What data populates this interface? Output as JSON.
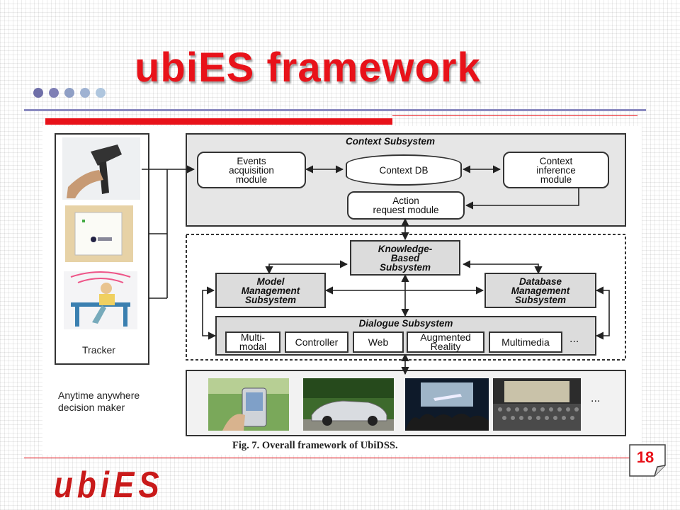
{
  "slide": {
    "title": "ubiES framework",
    "page_number": "18",
    "logo_text": "ubiES",
    "colors": {
      "title": "#e8121a",
      "rule": "#8a8ac0",
      "logo": "#c91a1a"
    }
  },
  "figure": {
    "caption": "Fig. 7. Overall framework of UbiDSS.",
    "tracker_label": "Tracker",
    "context_subsystem": {
      "title": "Context Subsystem",
      "events_module": [
        "Events",
        "acquisition",
        "module"
      ],
      "context_db": "Context DB",
      "inference_module": [
        "Context",
        "inference",
        "module"
      ],
      "action_module": [
        "Action",
        "request module"
      ]
    },
    "kbs": [
      "Knowledge-",
      "Based",
      "Subsystem"
    ],
    "model_mgmt": [
      "Model",
      "Management",
      "Subsystem"
    ],
    "db_mgmt": [
      "Database",
      "Management",
      "Subsystem"
    ],
    "dialogue": {
      "title": "Dialogue Subsystem",
      "items": [
        [
          "Multi-",
          "modal"
        ],
        [
          "Controller"
        ],
        [
          "Web"
        ],
        [
          "Augmented",
          "Reality"
        ],
        [
          "Multimedia"
        ]
      ],
      "more": "..."
    },
    "decision_maker": [
      "Anytime anywhere",
      "decision maker"
    ],
    "photos_more": "..."
  }
}
